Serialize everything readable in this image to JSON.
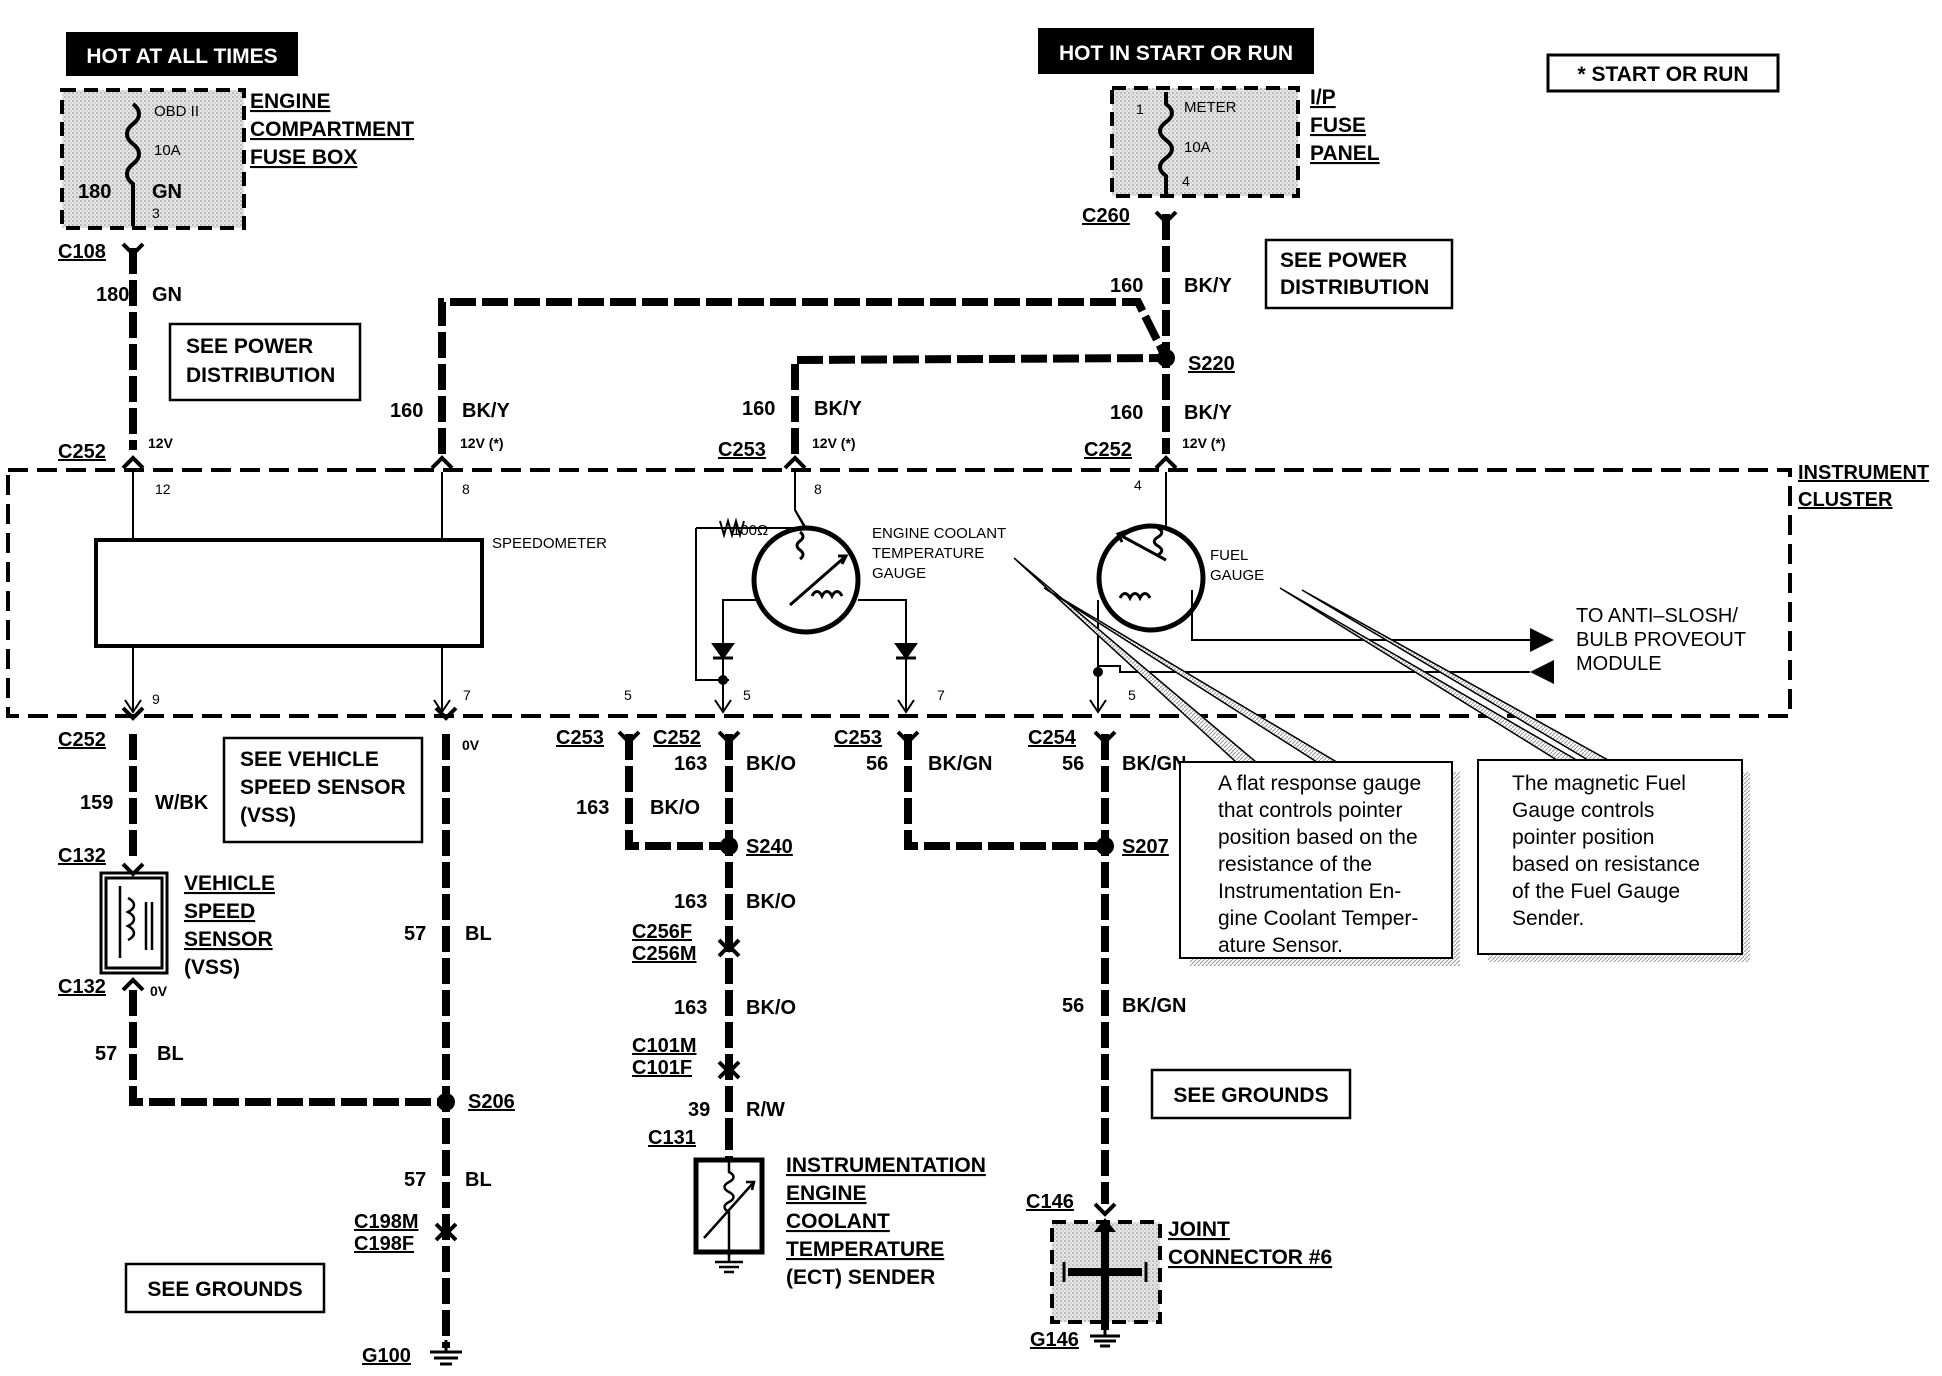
{
  "header": {
    "hot_always": "HOT AT ALL TIMES",
    "hot_start_run": "HOT IN START OR RUN",
    "legend": "*  START OR RUN"
  },
  "fuse_left": {
    "name": "OBD II",
    "rating": "10A",
    "circuit": "180",
    "color": "GN",
    "pin": "3",
    "label": [
      "ENGINE",
      "COMPARTMENT",
      "FUSE BOX"
    ]
  },
  "fuse_right": {
    "pin_in": "1",
    "name": "METER",
    "rating": "10A",
    "pin_out": "4",
    "label": [
      "I/P",
      "FUSE",
      "PANEL"
    ]
  },
  "connectors": {
    "c108": "C108",
    "c260": "C260",
    "s220": "S220",
    "c252": "C252",
    "c253": "C253",
    "c254": "C254",
    "s240": "S240",
    "s207": "S207",
    "s206": "S206",
    "c132": "C132",
    "c256f": "C256F",
    "c256m": "C256M",
    "c101m": "C101M",
    "c101f": "C101F",
    "c131": "C131",
    "c198m": "C198M",
    "c198f": "C198F",
    "g100": "G100",
    "c146": "C146",
    "g146": "G146"
  },
  "wires": {
    "n180": "180",
    "gn": "GN",
    "n160": "160",
    "bky": "BK/Y",
    "n159": "159",
    "wbk": "W/BK",
    "n57": "57",
    "bl": "BL",
    "n163": "163",
    "bko": "BK/O",
    "n56": "56",
    "bkgn": "BK/GN",
    "n39": "39",
    "rw": "R/W"
  },
  "voltages": {
    "v12": "12V",
    "v12s": "12V (*)",
    "v0": "0V"
  },
  "pins": {
    "p12": "12",
    "p8": "8",
    "p4": "4",
    "p9": "9",
    "p7": "7",
    "p5": "5"
  },
  "boxes": {
    "power_dist_left": [
      "SEE POWER",
      "DISTRIBUTION"
    ],
    "power_dist_right": [
      "SEE POWER",
      "DISTRIBUTION"
    ],
    "see_vss": [
      "SEE VEHICLE",
      "SPEED SENSOR",
      "(VSS)"
    ],
    "see_grounds": "SEE GROUNDS"
  },
  "cluster": {
    "label": [
      "INSTRUMENT",
      "CLUSTER"
    ],
    "speedometer": "SPEEDOMETER",
    "resistor": "100Ω",
    "coolant_gauge": [
      "ENGINE COOLANT",
      "TEMPERATURE",
      "GAUGE"
    ],
    "fuel_gauge": [
      "FUEL",
      "GAUGE"
    ],
    "anti_slosh": [
      "TO ANTI–SLOSH/",
      "BULB PROVEOUT",
      "MODULE"
    ]
  },
  "notes": {
    "coolant": [
      "A flat response gauge",
      "that controls pointer",
      "position based on the",
      "resistance    of    the",
      "Instrumentation   En-",
      "gine Coolant Temper-",
      "ature Sensor."
    ],
    "fuel": [
      "The magnetic Fuel",
      "Gauge controls",
      "pointer position",
      "based on resistance",
      "of the Fuel Gauge",
      "Sender."
    ]
  },
  "components": {
    "vss": [
      "VEHICLE",
      "SPEED",
      "SENSOR",
      "(VSS)"
    ],
    "ect": [
      "INSTRUMENTATION",
      "ENGINE",
      "COOLANT",
      "TEMPERATURE",
      "(ECT) SENDER"
    ],
    "joint": [
      "JOINT",
      "CONNECTOR #6"
    ]
  }
}
